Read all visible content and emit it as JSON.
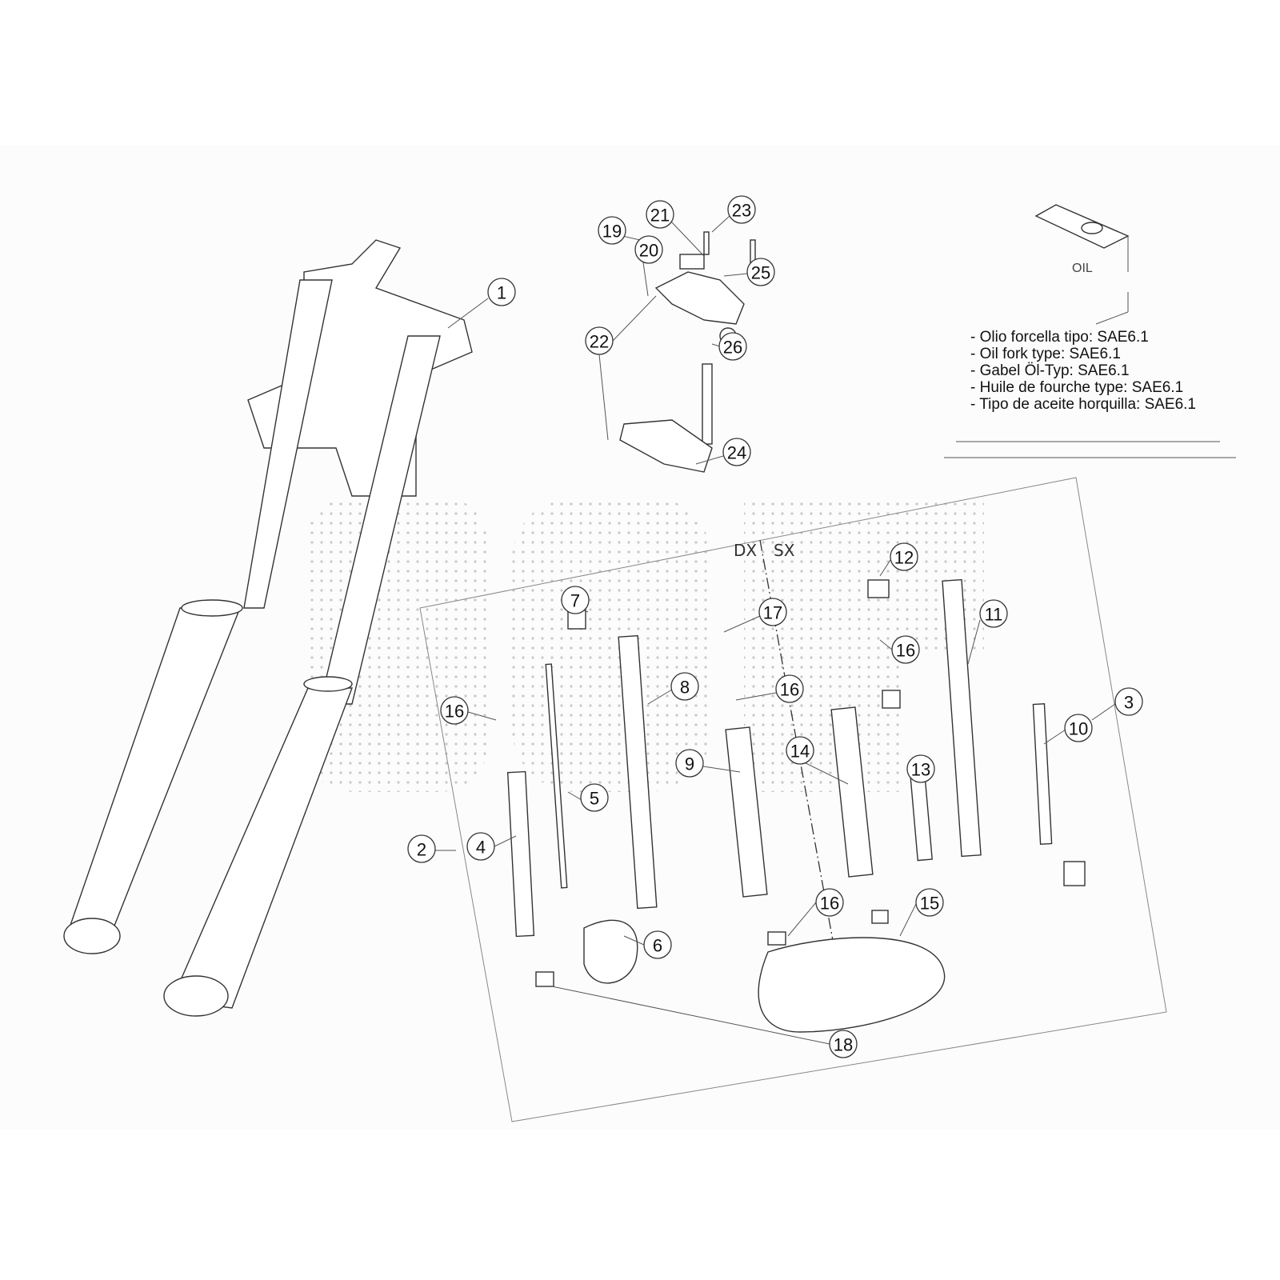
{
  "diagram": {
    "oil_can_label": "OIL",
    "oil_notes": [
      "- Olio forcella tipo: SAE6.1",
      "- Oil fork type: SAE6.1",
      "- Gabel Öl-Typ: SAE6.1",
      "- Huile de fourche type: SAE6.1",
      "- Tipo de aceite horquilla: SAE6.1"
    ],
    "side_labels": {
      "right": "DX",
      "left": "SX"
    },
    "callouts": [
      "1",
      "19",
      "21",
      "23",
      "20",
      "25",
      "22",
      "26",
      "24",
      "12",
      "7",
      "17",
      "11",
      "16",
      "8",
      "16",
      "3",
      "16",
      "10",
      "14",
      "9",
      "13",
      "5",
      "2",
      "4",
      "16",
      "15",
      "6",
      "18"
    ]
  }
}
